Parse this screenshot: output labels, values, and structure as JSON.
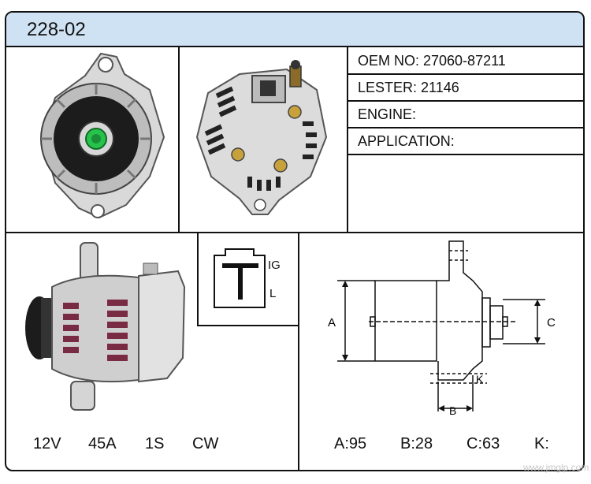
{
  "header": {
    "title": "228-02"
  },
  "specs": {
    "oem": "OEM NO: 27060-87211",
    "lester": "LESTER: 21146",
    "engine": "ENGINE:",
    "application": "APPLICATION:"
  },
  "wiring": {
    "ig": "IG",
    "l": "L"
  },
  "bottom_left": {
    "voltage": "12V",
    "amperage": "45A",
    "type": "1S",
    "rotation": "CW"
  },
  "bottom_right": {
    "a": "A:95",
    "b": "B:28",
    "c": "C:63",
    "k": "K:"
  },
  "dim_labels": {
    "a": "A",
    "b": "B",
    "c": "C",
    "k": "K"
  },
  "watermark": "www.jmglp.com"
}
